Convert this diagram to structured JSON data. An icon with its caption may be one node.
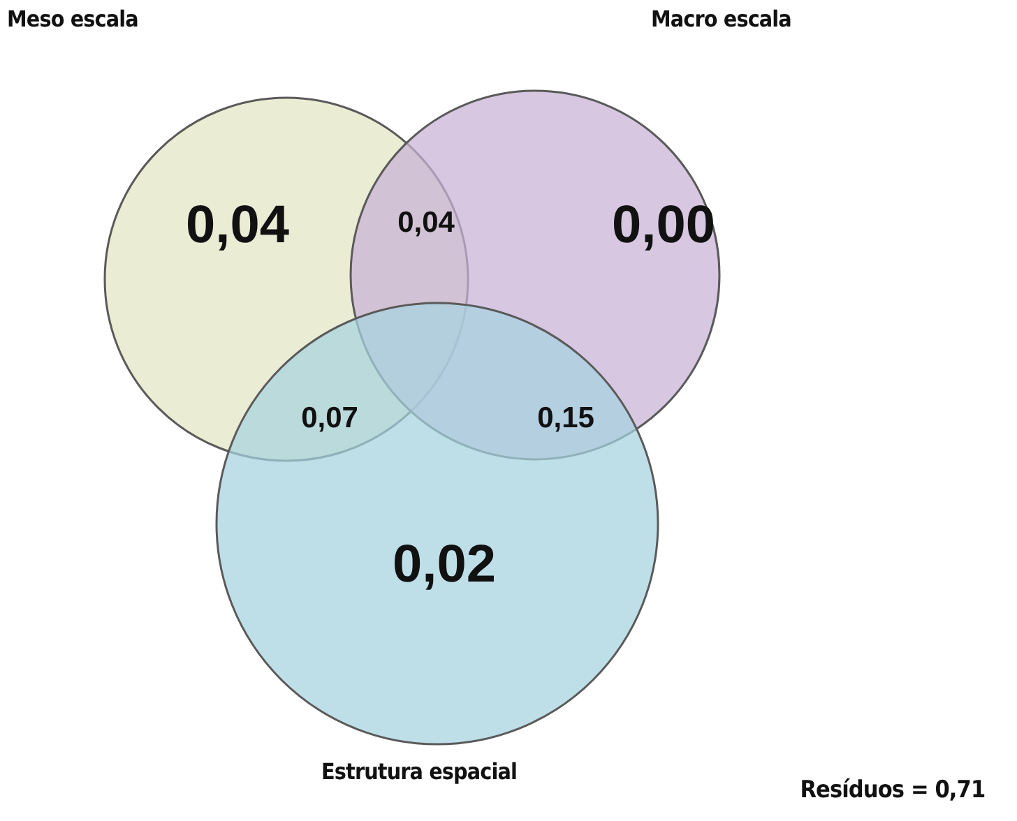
{
  "diagram": {
    "nodes": [
      {
        "text": [
          "Meso escala",
          "0,04"
        ]
      },
      {
        "text": [
          "Macro escala",
          "0,00"
        ]
      },
      {
        "text": [
          "0,02",
          "Estrutura espacial"
        ]
      }
    ],
    "labels": [
      "0,04",
      "0,07",
      "0,15",
      "Resíduos = 0,71"
    ]
  }
}
